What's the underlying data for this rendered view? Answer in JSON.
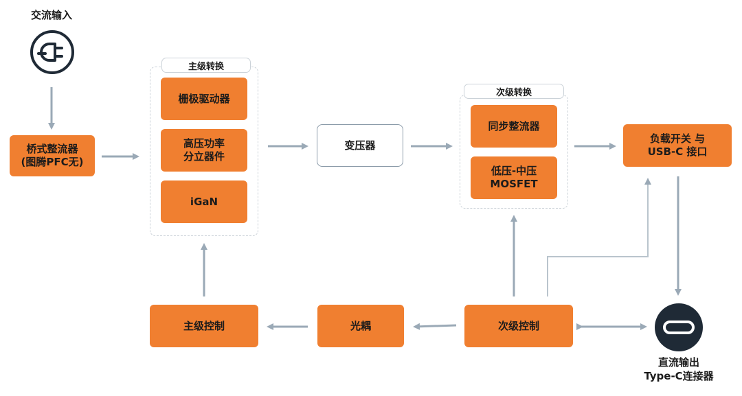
{
  "ac_input": {
    "label": "交流输入"
  },
  "bridge": {
    "label": "桥式整流器\n(图腾PFC无)"
  },
  "primary_group": {
    "label": "主级转换",
    "items": [
      {
        "label": "栅极驱动器"
      },
      {
        "label": "高压功率\n分立器件"
      },
      {
        "label": "iGaN"
      }
    ]
  },
  "transformer": {
    "label": "变压器"
  },
  "secondary_group": {
    "label": "次级转换",
    "items": [
      {
        "label": "同步整流器"
      },
      {
        "label": "低压-中压\nMOSFET"
      }
    ]
  },
  "load_switch": {
    "label": "负载开关 与\nUSB-C 接口"
  },
  "primary_control": {
    "label": "主级控制"
  },
  "optocoupler": {
    "label": "光耦"
  },
  "secondary_control": {
    "label": "次级控制"
  },
  "dc_output": {
    "label": "直流输出\nType-C连接器"
  },
  "colors": {
    "accent": "#f07f30",
    "arrow": "#9aa9b6",
    "icon": "#1f2a36"
  },
  "icons": {
    "plug": "power-plug-icon",
    "usb": "usb-c-port-icon"
  }
}
